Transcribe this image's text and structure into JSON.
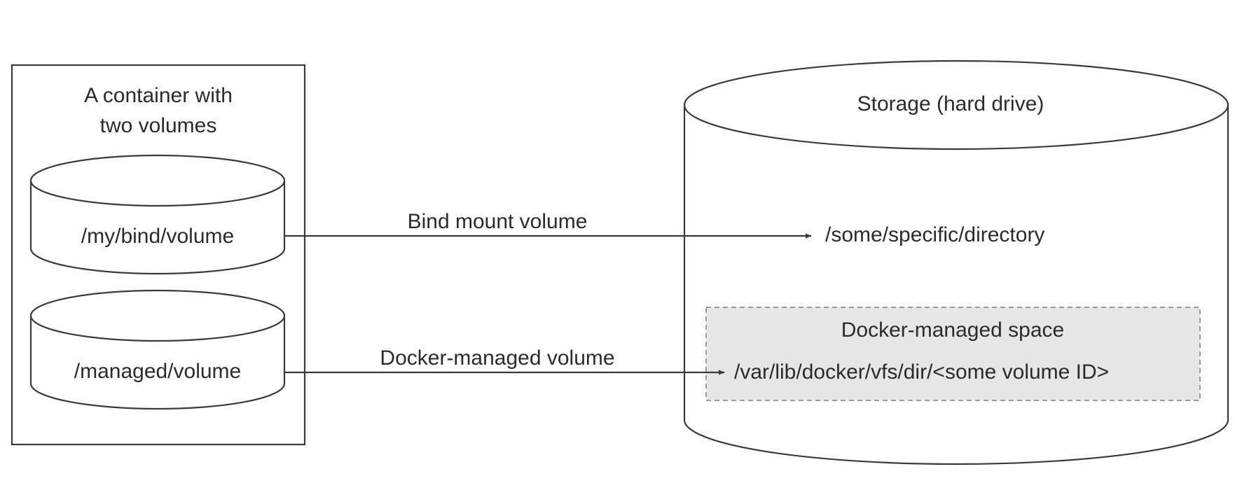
{
  "container": {
    "title_line1": "A container with",
    "title_line2": "two volumes",
    "volumes": [
      {
        "label": "/my/bind/volume"
      },
      {
        "label": "/managed/volume"
      }
    ]
  },
  "storage": {
    "title": "Storage (hard drive)",
    "bind_target": "/some/specific/directory",
    "managed_space": {
      "title": "Docker-managed space",
      "path": "/var/lib/docker/vfs/dir/<some volume ID>"
    }
  },
  "arrows": {
    "bind": "Bind mount volume",
    "managed": "Docker-managed volume"
  },
  "colors": {
    "line": "#3a3a3a",
    "managed_fill": "#e6e6e6",
    "managed_border": "#9a9a9a"
  }
}
